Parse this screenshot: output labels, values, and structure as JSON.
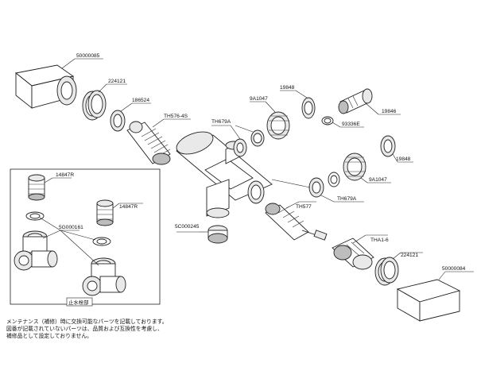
{
  "diagram": {
    "parts": [
      {
        "code": "50000085"
      },
      {
        "code": "224121"
      },
      {
        "code": "186524"
      },
      {
        "code": "TH576-4S"
      },
      {
        "code": "TH679A"
      },
      {
        "code": "9A1047"
      },
      {
        "code": "19848"
      },
      {
        "code": "19846"
      },
      {
        "code": "93336E"
      },
      {
        "code": "19848"
      },
      {
        "code": "9A1047"
      },
      {
        "code": "TH679A"
      },
      {
        "code": "TH577"
      },
      {
        "code": "5C000245"
      },
      {
        "code": "THA1-6"
      },
      {
        "code": "224121"
      },
      {
        "code": "50000084"
      },
      {
        "code": "14847R"
      },
      {
        "code": "14847R"
      },
      {
        "code": "5G000161"
      }
    ],
    "inset_box_title": "止水栓部",
    "notes": [
      "メンテナンス（補修）時に交換可能なパーツを記載しております。",
      "図番が記載されていないパーツは、品質および互換性を考慮し、",
      "補修品として設定しておりません。"
    ]
  }
}
